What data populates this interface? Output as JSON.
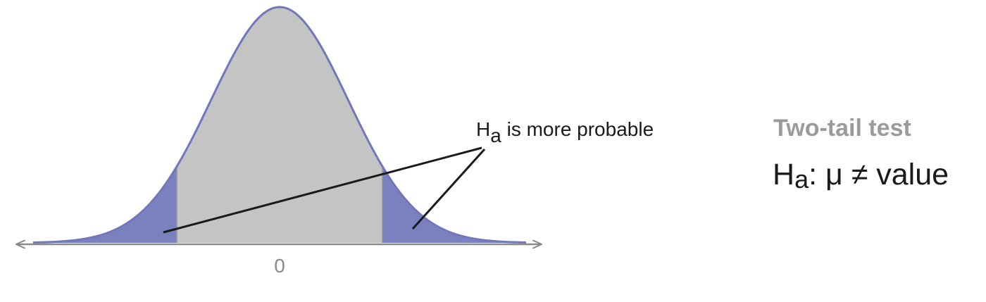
{
  "chart_data": {
    "type": "area",
    "distribution": "normal",
    "x_range": [
      -3.6,
      3.6
    ],
    "mean": 0,
    "critical_values": [
      -1.5,
      1.5
    ],
    "tick_labels": [
      "0"
    ],
    "annotation": {
      "symbol": "H",
      "subscript": "a",
      "text": " is more probable"
    }
  },
  "legend_panel": {
    "heading": "Two-tail test",
    "hypothesis": {
      "symbol": "H",
      "subscript": "a",
      "rest": ": μ ≠ value"
    }
  },
  "colors": {
    "curve_line": "#7177b9",
    "tail_fill": "#7b80bf",
    "center_fill": "#c4c4c4",
    "axis": "#8a8a8a",
    "heading_text": "#9b9b9b",
    "text": "#1a1a1a",
    "leader_line": "#1a1a1a"
  }
}
